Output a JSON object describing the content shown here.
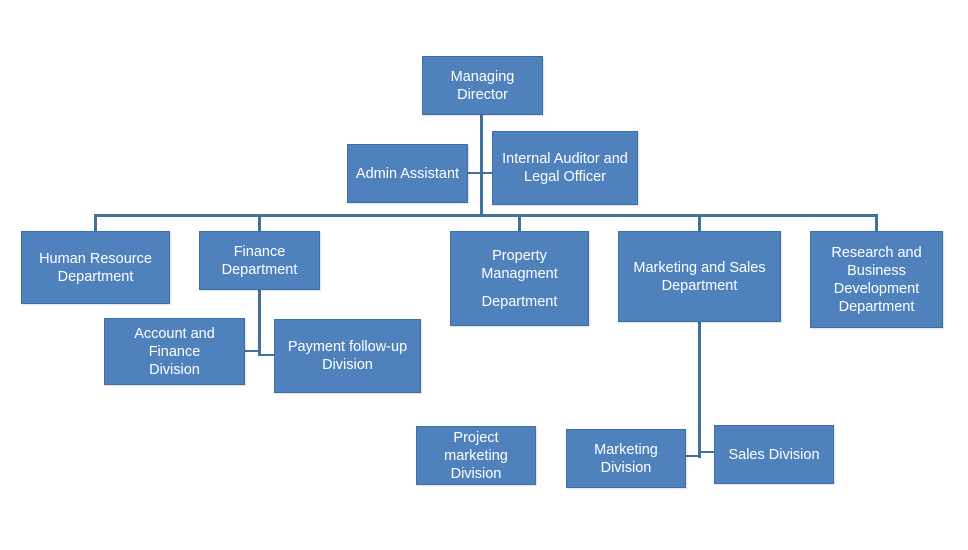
{
  "chart": {
    "root": {
      "line1": "Managing",
      "line2": "Director"
    },
    "assistants": {
      "admin": "Admin Assistant",
      "auditor_line1": "Internal Auditor and",
      "auditor_line2": "Legal Officer"
    },
    "departments": {
      "hr_line1": "Human Resource",
      "hr_line2": "Department",
      "finance_line1": "Finance",
      "finance_line2": "Department",
      "property_line1": "Property",
      "property_line2": "Managment",
      "property_line3": "Department",
      "marketing_line1": "Marketing and Sales",
      "marketing_line2": "Department",
      "research_line1": "Research and",
      "research_line2": "Business",
      "research_line3": "Development",
      "research_line4": "Department"
    },
    "divisions": {
      "account_line1": "Account and Finance",
      "account_line2": "Division",
      "payment_line1": "Payment follow-up",
      "payment_line2": "Division",
      "project_line1": "Project marketing",
      "project_line2": "Division",
      "marketing_div_line1": "Marketing",
      "marketing_div_line2": "Division",
      "sales_div": "Sales Division"
    }
  },
  "colors": {
    "box_fill": "#4f81bd",
    "box_border": "#3f6ea5",
    "connector": "#41719c",
    "text": "#ffffff"
  }
}
